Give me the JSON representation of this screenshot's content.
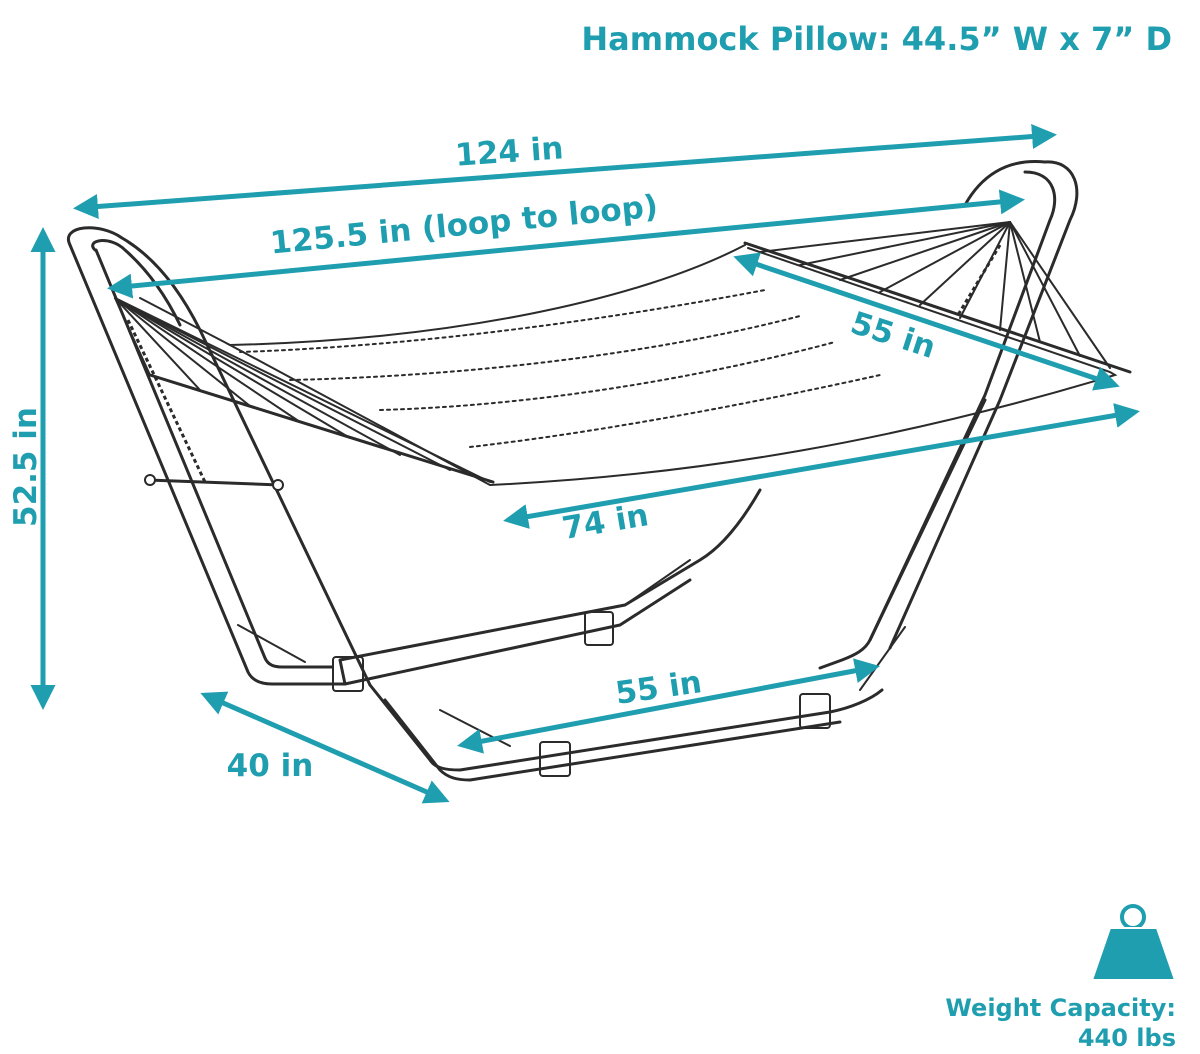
{
  "header": {
    "pillow_text": "Hammock Pillow: 44.5” W x 7” D"
  },
  "dimensions": {
    "overall_length": "124 in",
    "loop_to_loop": "125.5 in (loop to loop)",
    "spreader_width": "55 in",
    "bed_length": "74 in",
    "height": "52.5 in",
    "base_width": "55 in",
    "depth": "40 in"
  },
  "capacity": {
    "label": "Weight Capacity:",
    "value": "440 lbs",
    "icon": "weight-icon"
  },
  "colors": {
    "accent": "#1f9eb0",
    "line": "#2b2b2b"
  }
}
